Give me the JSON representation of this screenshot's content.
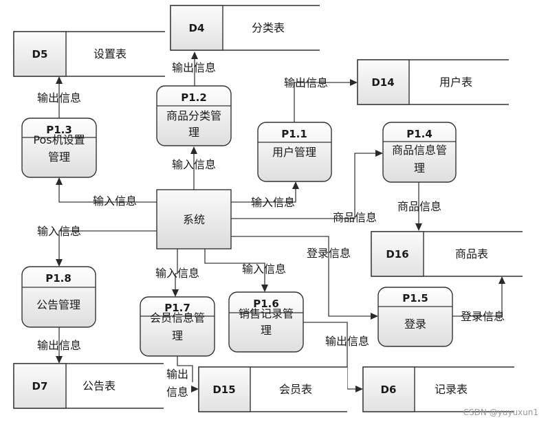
{
  "system": {
    "label": "系统"
  },
  "processes": {
    "p11": {
      "id": "P1.1",
      "line1": "用户管理",
      "line2": ""
    },
    "p12": {
      "id": "P1.2",
      "line1": "商品分类管",
      "line2": "理"
    },
    "p13": {
      "id": "P1.3",
      "line1": "Pos机设置",
      "line2": "管理"
    },
    "p14": {
      "id": "P1.4",
      "line1": "商品信息管",
      "line2": "理"
    },
    "p15": {
      "id": "P1.5",
      "line1": "登录",
      "line2": ""
    },
    "p16": {
      "id": "P1.6",
      "line1": "销售记录管",
      "line2": "理"
    },
    "p17": {
      "id": "P1.7",
      "line1": "会员信息管",
      "line2": "理"
    },
    "p18": {
      "id": "P1.8",
      "line1": "公告管理",
      "line2": ""
    }
  },
  "stores": {
    "d4": {
      "id": "D4",
      "name": "分类表"
    },
    "d5": {
      "id": "D5",
      "name": "设置表"
    },
    "d6": {
      "id": "D6",
      "name": "记录表"
    },
    "d7": {
      "id": "D7",
      "name": "公告表"
    },
    "d14": {
      "id": "D14",
      "name": "用户表"
    },
    "d15": {
      "id": "D15",
      "name": "会员表"
    },
    "d16": {
      "id": "D16",
      "name": "商品表"
    }
  },
  "flows": {
    "out_p12_d4": "输出信息",
    "out_p13_d5": "输出信息",
    "out_p11_d14": "输出信息",
    "in_p12": "输入信息",
    "in_p13": "输入信息",
    "in_p11": "输入信息",
    "goods_info": "商品信息",
    "goods_info_d16": "商品信息",
    "in_p18": "输入信息",
    "login_info": "登录信息",
    "in_p17": "输入信息",
    "in_p16": "输入信息",
    "out_p18_d7": "输出信息",
    "out_p16_d6": "输出信息",
    "login_info_d16": "登录信息",
    "out_p17_line1": "输出",
    "out_p17_line2": "信息"
  },
  "watermark": "CSDN @yuyuxun1"
}
